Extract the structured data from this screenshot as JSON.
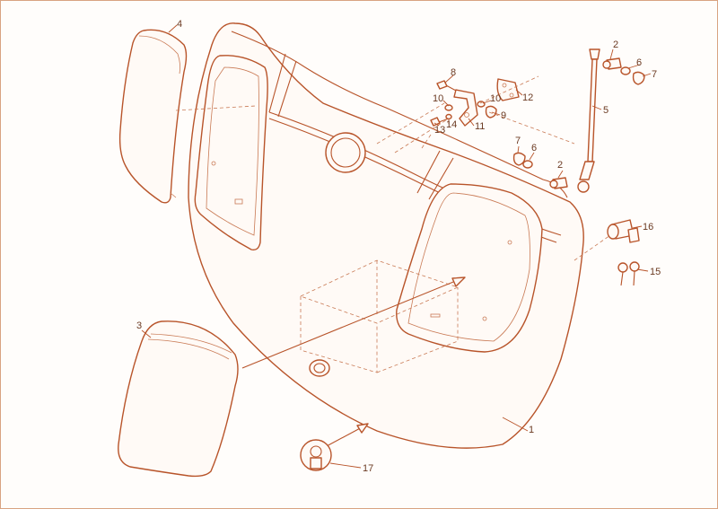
{
  "diagram": {
    "colors": {
      "stroke": "#b8542a",
      "label": "#6b3a22",
      "background": "#fffdfb"
    },
    "callouts": [
      {
        "id": "c1",
        "text": "1"
      },
      {
        "id": "c2a",
        "text": "2"
      },
      {
        "id": "c2b",
        "text": "2"
      },
      {
        "id": "c3",
        "text": "3"
      },
      {
        "id": "c4",
        "text": "4"
      },
      {
        "id": "c5",
        "text": "5"
      },
      {
        "id": "c6a",
        "text": "6"
      },
      {
        "id": "c6b",
        "text": "6"
      },
      {
        "id": "c7a",
        "text": "7"
      },
      {
        "id": "c7b",
        "text": "7"
      },
      {
        "id": "c8",
        "text": "8"
      },
      {
        "id": "c9",
        "text": "9"
      },
      {
        "id": "c10a",
        "text": "10"
      },
      {
        "id": "c10b",
        "text": "10"
      },
      {
        "id": "c11",
        "text": "11"
      },
      {
        "id": "c12",
        "text": "12"
      },
      {
        "id": "c13",
        "text": "13"
      },
      {
        "id": "c14",
        "text": "14"
      },
      {
        "id": "c15",
        "text": "15"
      },
      {
        "id": "c16",
        "text": "16"
      },
      {
        "id": "c17",
        "text": "17"
      }
    ]
  }
}
